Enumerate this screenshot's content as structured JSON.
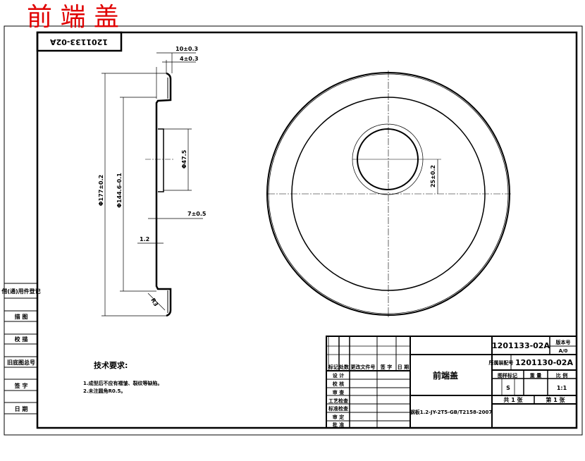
{
  "stamp_title": "前 端 盖",
  "drawing_number_rotated": "1201133-02A",
  "side_table": [
    "借(通)用件登记",
    "描 图",
    "校 描",
    "旧底图总号",
    "签 字",
    "日 期"
  ],
  "dimensions": {
    "d1": "10±0.3",
    "d2": "4±0.3",
    "d3": "Φ177±0.2",
    "d4": "Φ144.6-0.1",
    "d5": "Φ47.5",
    "d6": "7±0.5",
    "d7": "1.2",
    "d8": "R3",
    "d9": "25±0.2"
  },
  "tech_req": {
    "title": "技术要求:",
    "items": [
      "1.成型后不应有褶皱、裂纹等缺陷。",
      "2.未注圆角R0.5。"
    ]
  },
  "title_block": {
    "header": [
      "标记",
      "处数",
      "更改文件号",
      "签 字",
      "日 期"
    ],
    "roles": [
      "设 计",
      "校 核",
      "审 查",
      "工艺检查",
      "标准检查",
      "审 定",
      "批 准"
    ],
    "part_name": "前端盖",
    "material": "钢板1.2-JY-2T5-GB/T2158-2007",
    "drawing_number": "1201133-02A",
    "version_label": "版本号",
    "version": "A/0",
    "assembly_label": "所属装配号",
    "assembly_number": "1201130-02A",
    "sample_mark_label": "图样标记",
    "weight_label": "重 量",
    "scale_label": "比 例",
    "sample_mark": "S",
    "scale": "1:1",
    "sheets": "共 1 张",
    "sheet": "第 1 张"
  }
}
